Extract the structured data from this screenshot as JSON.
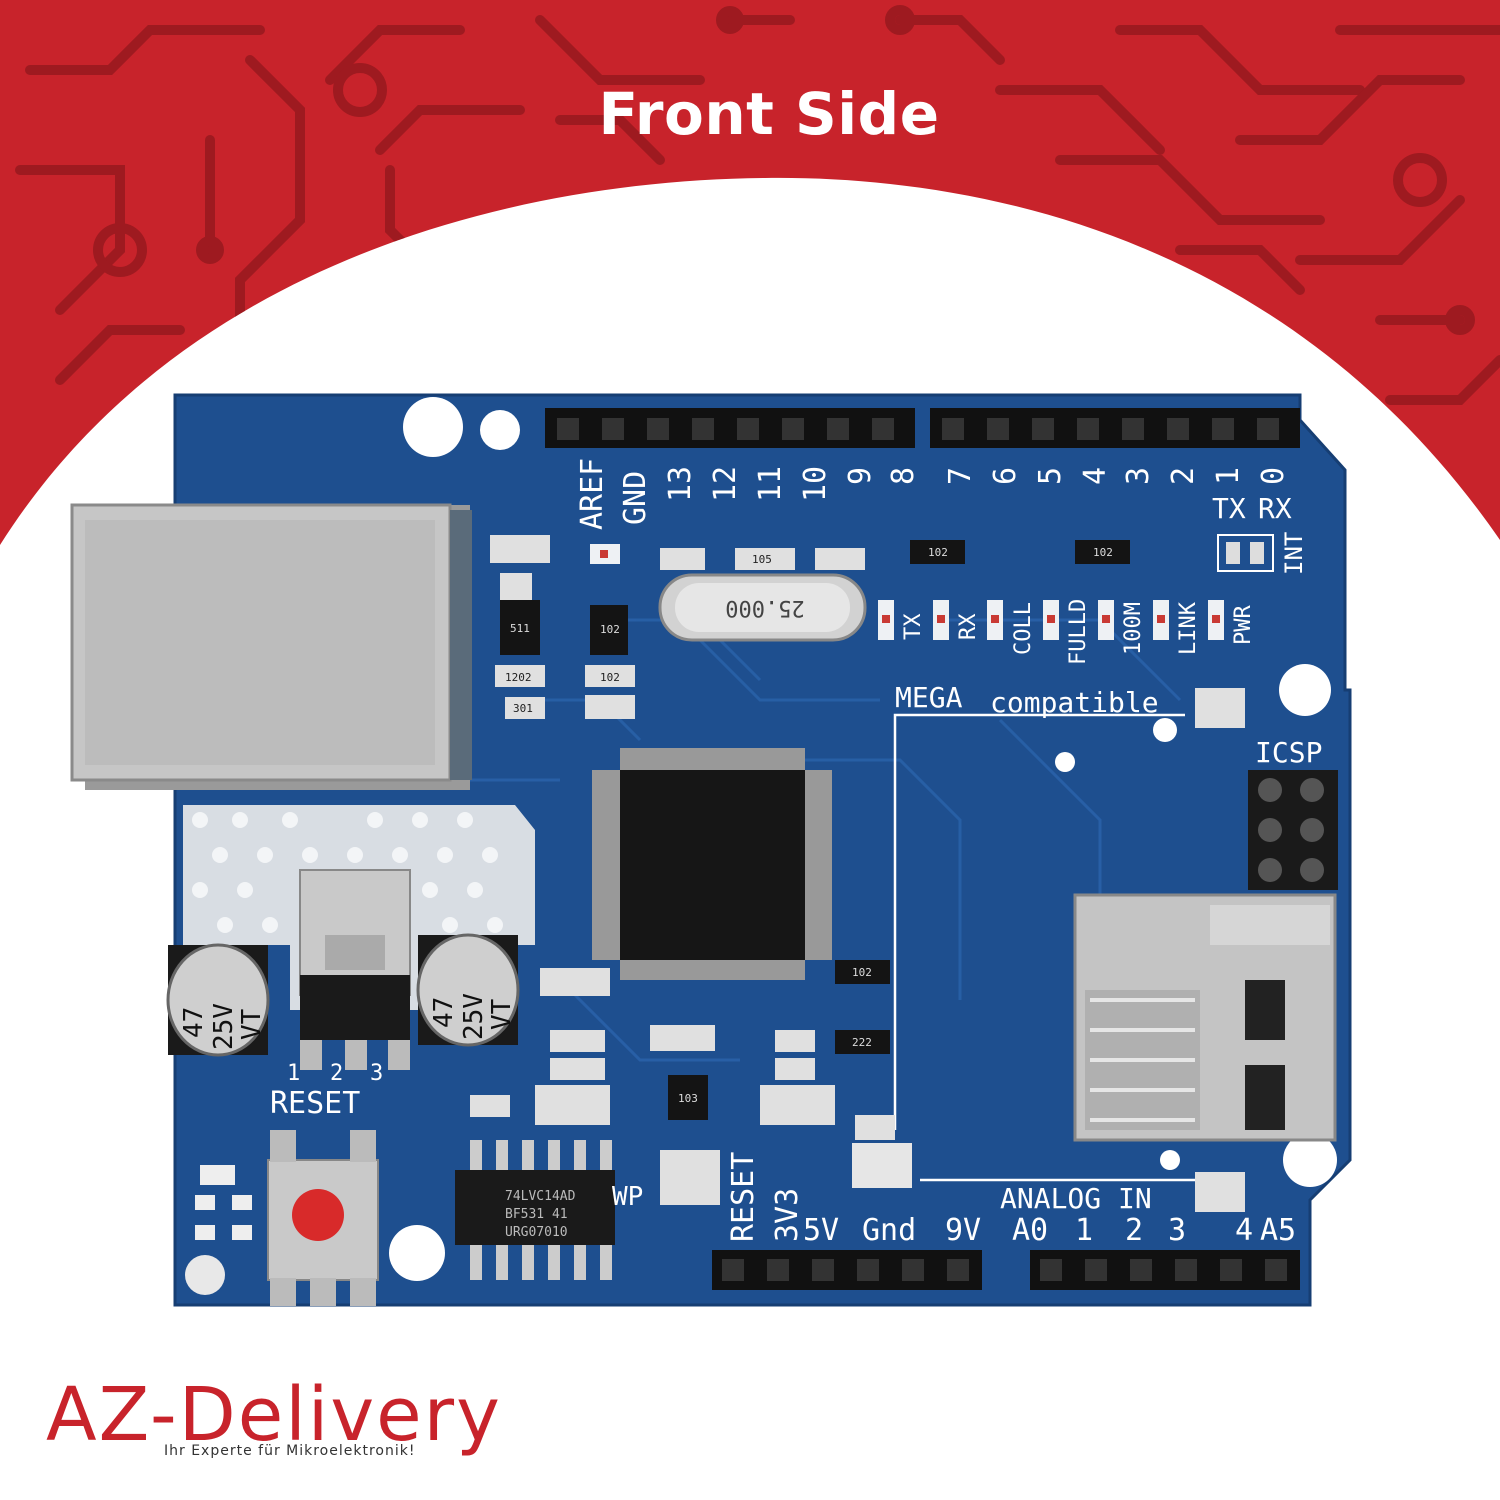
{
  "header": {
    "title": "Front Side"
  },
  "board": {
    "top_header_labels": [
      "AREF",
      "GND",
      "13",
      "12",
      "11",
      "10",
      "9",
      "8",
      "7",
      "6",
      "5",
      "4",
      "3",
      "2",
      "1",
      "0"
    ],
    "tx_rx": [
      "TX",
      "RX"
    ],
    "int_label": "INT",
    "led_labels": [
      "TX",
      "RX",
      "COLL",
      "FULLD",
      "100M",
      "LINK",
      "PWR"
    ],
    "crystal": "25.000",
    "mega_label": "MEGA",
    "compatible_label": "compatible",
    "icsp_label": "ICSP",
    "reset_label": "RESET",
    "bottom_labels": [
      "RESET",
      "3V3",
      "5V",
      "Gnd",
      "9V",
      "A0",
      "1",
      "2",
      "3",
      "4",
      "A5"
    ],
    "analog_label": "ANALOG IN",
    "wp_label": "WP",
    "cap_text": [
      "47",
      "25V",
      "VT"
    ],
    "regulator_pins": [
      "1",
      "2",
      "3"
    ],
    "chip_text": [
      "74LVC14AD",
      "BF531 41",
      "URG07010"
    ],
    "resistor_codes": [
      "102",
      "102",
      "102",
      "102",
      "222",
      "103",
      "511",
      "102",
      "1202",
      "301",
      "105"
    ]
  },
  "brand": {
    "name": "AZ-Delivery",
    "tagline": "Ihr Experte für Mikroelektronik!"
  },
  "colors": {
    "banner_red": "#c8232b",
    "trace_red": "#a81c22",
    "pcb_blue": "#1e4f8f",
    "pcb_dark": "#163e73"
  }
}
